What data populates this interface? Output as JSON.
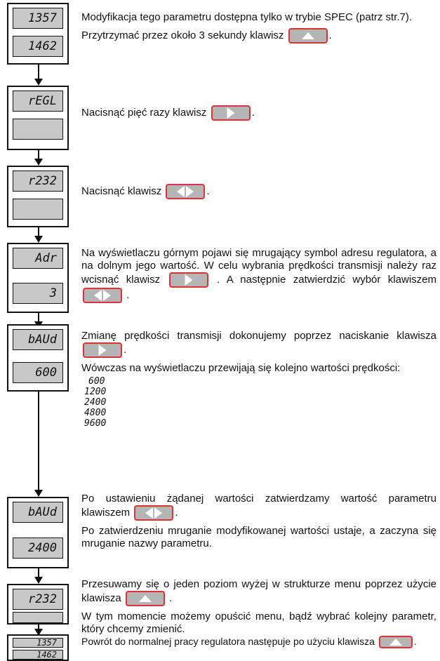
{
  "displays": [
    {
      "top": "1357",
      "bottom": "1462"
    },
    {
      "top": "rEGL",
      "bottom": ""
    },
    {
      "top": "r232",
      "bottom": ""
    },
    {
      "top": "Adr",
      "bottom": "3"
    },
    {
      "top": "bAUd",
      "bottom": "600"
    },
    {
      "top": "bAUd",
      "bottom": "2400"
    },
    {
      "top": "r232",
      "bottom": ""
    },
    {
      "top": "1357",
      "bottom": "1462"
    }
  ],
  "steps": {
    "s1_p1": "Modyfikacja tego parametru dostępna tylko w trybie SPEC (patrz str.7).",
    "s1_p2": "Przytrzymać przez około 3 sekundy klawisz",
    "s2_p1": "Nacisnąć pięć razy klawisz",
    "s3_p1": "Nacisnąć klawisz",
    "s4_p1": "Na wyświetlaczu górnym pojawi się mrugający symbol adresu regulatora, a na dolnym jego wartość. W celu wybrania prędkości transmisji należy raz wcisnąć klawisz",
    "s4_p1b": ". A następnie zatwierdzić wybór klawiszem",
    "s5_p1": "Zmianę prędkości transmisji dokonujemy poprzez naciskanie klawisza",
    "s5_p2": "Wówczas na wyświetlaczu przewijają się kolejno  wartości prędkości:",
    "s6_p1": "Po ustawieniu żądanej wartości zatwierdzamy wartość parametru klawiszem",
    "s6_p2": "Po zatwierdzeniu mruganie modyfikowanej wartości ustaje, a zaczyna się mruganie nazwy parametru.",
    "s7_p1": "Przesuwamy się o jeden poziom wyżej w strukturze menu poprzez użycie klawisza",
    "s7_p2": "W tym momencie możemy opuścić menu, bądź wybrać kolejny parametr, który chcemy zmienić.",
    "s8_p1": "Powrót do normalnej pracy regulatora następuje po użyciu klawisza",
    "dot": ".",
    "space_dot": " ."
  },
  "speeds": [
    "600",
    "1200",
    "2400",
    "4800",
    "9600"
  ],
  "colors": {
    "key_fill": "#b5b5b5",
    "key_border": "#d33",
    "lcd": "#c8c8c8"
  }
}
